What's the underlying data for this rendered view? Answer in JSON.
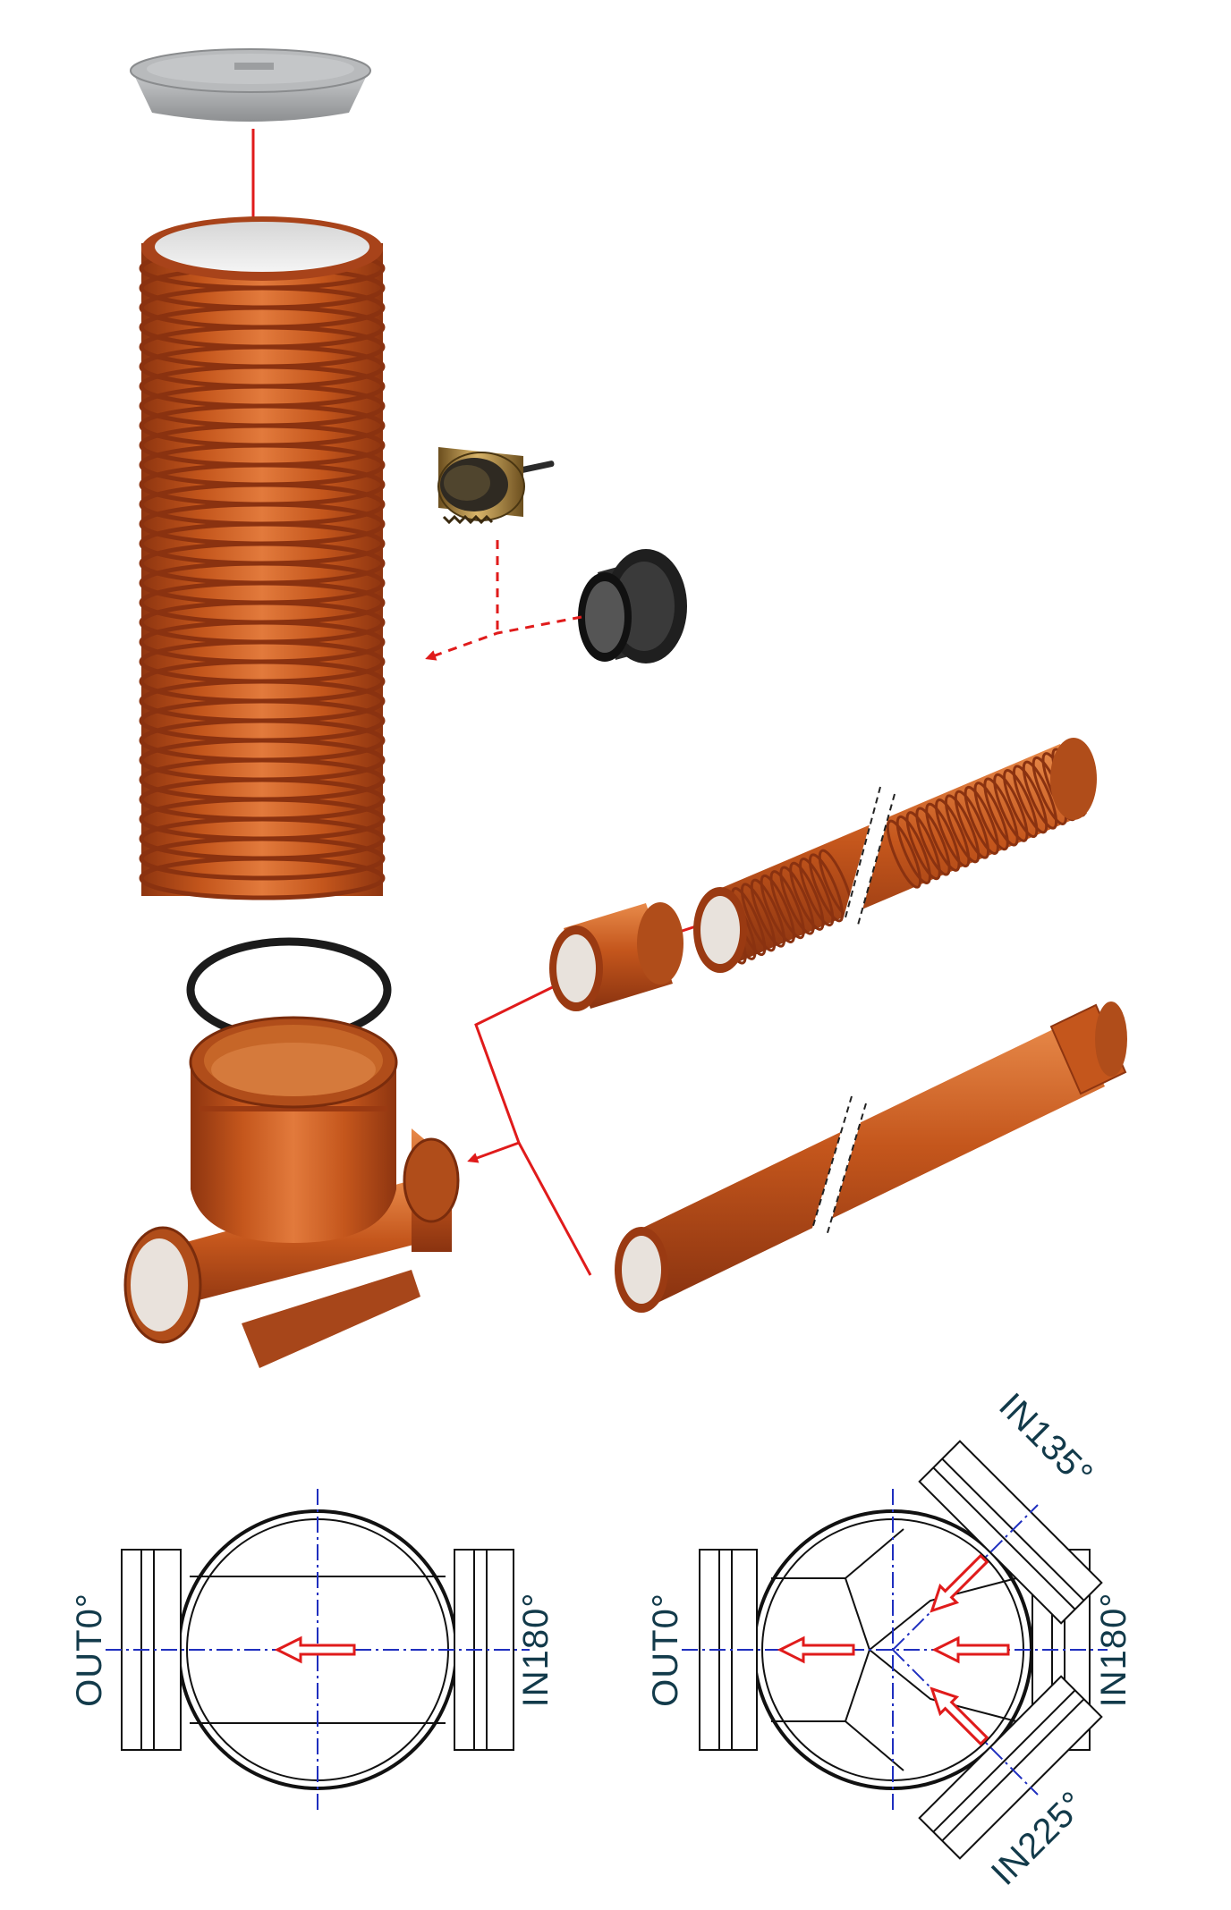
{
  "colors": {
    "pipe": "#c4561c",
    "pipe_dark": "#8e3510",
    "pipe_light": "#e27a3c",
    "lid": "#a9abad",
    "seal": "#1b1b1b",
    "arrow": "#e01b1b",
    "axis": "#1f2fbf",
    "label": "#123a4a"
  },
  "components": {
    "lid": "shaft-lid",
    "riser": "corrugated-riser-pipe",
    "hole_saw": "hole-saw-icon",
    "collar_seal": "in-situ-connector-seal",
    "ring_seal": "base-ring-seal",
    "base": "chamber-base",
    "coupler": "pipe-coupler",
    "corrugated_pipe": "corrugated-pipe",
    "smooth_pipe": "smooth-wall-pipe"
  },
  "plan_straight": {
    "out_label": "OUT0°",
    "in_label": "IN180°"
  },
  "plan_multi": {
    "out_label": "OUT0°",
    "in_label_180": "IN180°",
    "in_label_135": "IN135°",
    "in_label_225": "IN225°"
  }
}
